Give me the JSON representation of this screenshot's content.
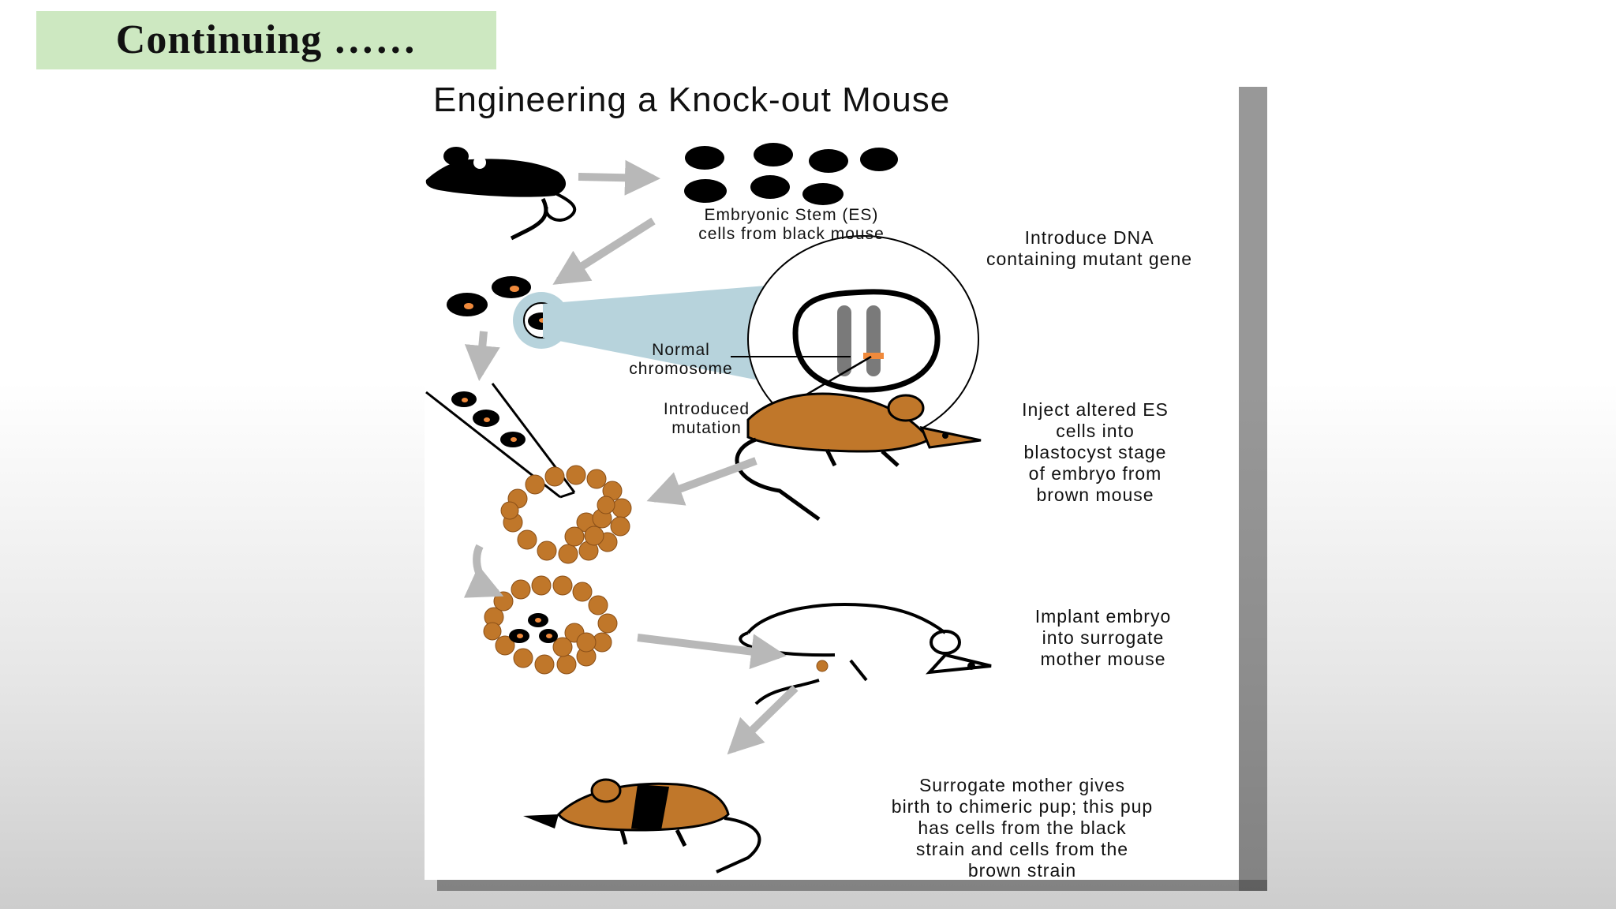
{
  "slide": {
    "title": "Continuing ……"
  },
  "figure": {
    "title": "Engineering a Knock-out Mouse",
    "labels": {
      "es_cells": "Embryonic Stem (ES)\ncells from black mouse",
      "introduce_dna": "Introduce DNA\ncontaining mutant gene",
      "normal_chromosome": "Normal\nchromosome",
      "introduced_mutation": "Introduced\nmutation",
      "inject_cells": "Inject altered ES\ncells into\nblastocyst stage\nof embryo from\nbrown mouse",
      "implant_embryo": "Implant embryo\ninto surrogate\nmother mouse",
      "chimeric_pup": "Surrogate mother gives\nbirth to chimeric pup; this pup\nhas cells from the black\nstrain and cells from the\nbrown strain"
    }
  },
  "colors": {
    "title_bg": "#cde8c1",
    "brown": "#c0772a",
    "black": "#000000",
    "arrow": "#b8b8b8",
    "zoom": "#b7d3dc",
    "mutation": "#f08a3c"
  }
}
